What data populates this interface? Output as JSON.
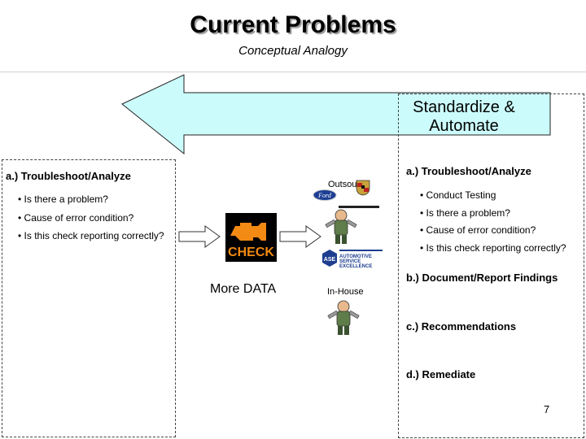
{
  "header": {
    "title": "Current Problems",
    "subtitle": "Conceptual Analogy"
  },
  "arrow": {
    "label_line1": "Standardize &",
    "label_line2": "Automate",
    "fill_color": "#ccfbfb"
  },
  "left_panel": {
    "heading": "a.) Troubleshoot/Analyze",
    "bullets": [
      "• Is there a problem?",
      "• Cause of error condition?",
      "• Is this check reporting correctly?"
    ]
  },
  "center": {
    "check_engine_text": "CHECK",
    "more_data_label": "More DATA",
    "outsource_label": "Outsource",
    "inhouse_label": "In-House",
    "ford_logo_text": "Ford",
    "ase_logo_text": "ASE",
    "ase_caption_lines": [
      "AUTOMOTIVE",
      "SERVICE",
      "EXCELLENCE"
    ]
  },
  "right_panel": {
    "heading_a": "a.) Troubleshoot/Analyze",
    "bullets": [
      "• Conduct Testing",
      "• Is there a problem?",
      "• Cause of error condition?",
      "• Is this check reporting correctly?"
    ],
    "heading_b": "b.) Document/Report Findings",
    "heading_c": "c.) Recommendations",
    "heading_d": "d.) Remediate"
  },
  "page_number": "7"
}
